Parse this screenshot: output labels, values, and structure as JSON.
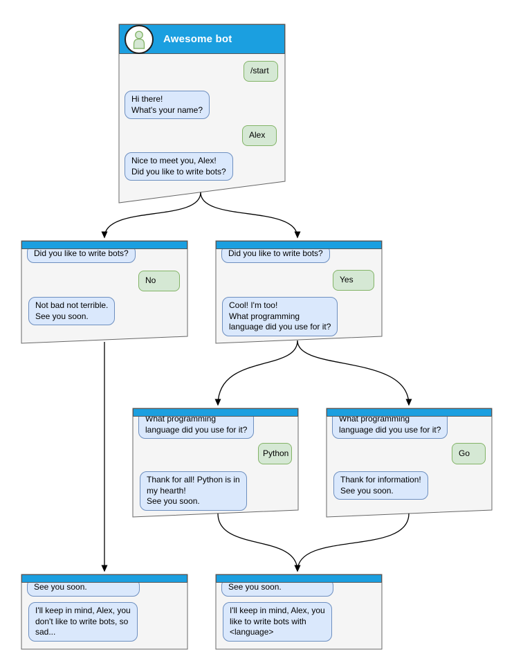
{
  "diagram": {
    "type": "chatbot-conversation-flowchart",
    "bot_title": "Awesome bot",
    "colors": {
      "header_blue": "#1b9fe0",
      "window_fill": "#f5f5f5",
      "window_border": "#666666",
      "bot_bubble_fill": "#dae8fc",
      "bot_bubble_border": "#6c8ebf",
      "user_bubble_fill": "#d5e8d4",
      "user_bubble_border": "#82b366",
      "arrow": "#000000",
      "title_text": "#ffffff"
    },
    "windows": [
      {
        "id": "start",
        "title": "Awesome bot",
        "avatar": "person-icon",
        "messages": [
          {
            "from": "user",
            "text": "/start"
          },
          {
            "from": "bot",
            "text": "Hi there!\nWhat's your name?"
          },
          {
            "from": "user",
            "text": "Alex"
          },
          {
            "from": "bot",
            "text": "Nice to meet you, Alex!\nDid you like to write bots?"
          }
        ]
      },
      {
        "id": "branch-no",
        "messages": [
          {
            "from": "bot",
            "text": "Did you like to write bots?"
          },
          {
            "from": "user",
            "text": "No"
          },
          {
            "from": "bot",
            "text": "Not bad not terrible.\nSee you soon."
          }
        ]
      },
      {
        "id": "branch-yes",
        "messages": [
          {
            "from": "bot",
            "text": "Did you like to write bots?"
          },
          {
            "from": "user",
            "text": "Yes"
          },
          {
            "from": "bot",
            "text": "Cool! I'm too!\nWhat programming\nlanguage did you use for it?"
          }
        ]
      },
      {
        "id": "lang-python",
        "messages": [
          {
            "from": "bot",
            "text": "What programming\nlanguage did you use for it?"
          },
          {
            "from": "user",
            "text": "Python"
          },
          {
            "from": "bot",
            "text": "Thank for all! Python is in\nmy hearth!\nSee you soon."
          }
        ]
      },
      {
        "id": "lang-go",
        "messages": [
          {
            "from": "bot",
            "text": "What programming\nlanguage did you use for it?"
          },
          {
            "from": "user",
            "text": "Go"
          },
          {
            "from": "bot",
            "text": "Thank for information!\nSee you soon."
          }
        ]
      },
      {
        "id": "end-no",
        "messages": [
          {
            "from": "bot",
            "text": "See you soon."
          },
          {
            "from": "bot",
            "text": "I'll keep in mind, Alex, you\ndon't like to write bots, so\nsad..."
          }
        ]
      },
      {
        "id": "end-yes",
        "messages": [
          {
            "from": "bot",
            "text": "See you soon."
          },
          {
            "from": "bot",
            "text": "I'll keep in mind, Alex, you\nlike to write bots with\n<language>"
          }
        ]
      }
    ],
    "connectors": [
      {
        "from": "start",
        "to": "branch-no"
      },
      {
        "from": "start",
        "to": "branch-yes"
      },
      {
        "from": "branch-yes",
        "to": "lang-python"
      },
      {
        "from": "branch-yes",
        "to": "lang-go"
      },
      {
        "from": "branch-no",
        "to": "end-no"
      },
      {
        "from": "lang-python",
        "to": "end-yes"
      },
      {
        "from": "lang-go",
        "to": "end-yes"
      }
    ]
  }
}
